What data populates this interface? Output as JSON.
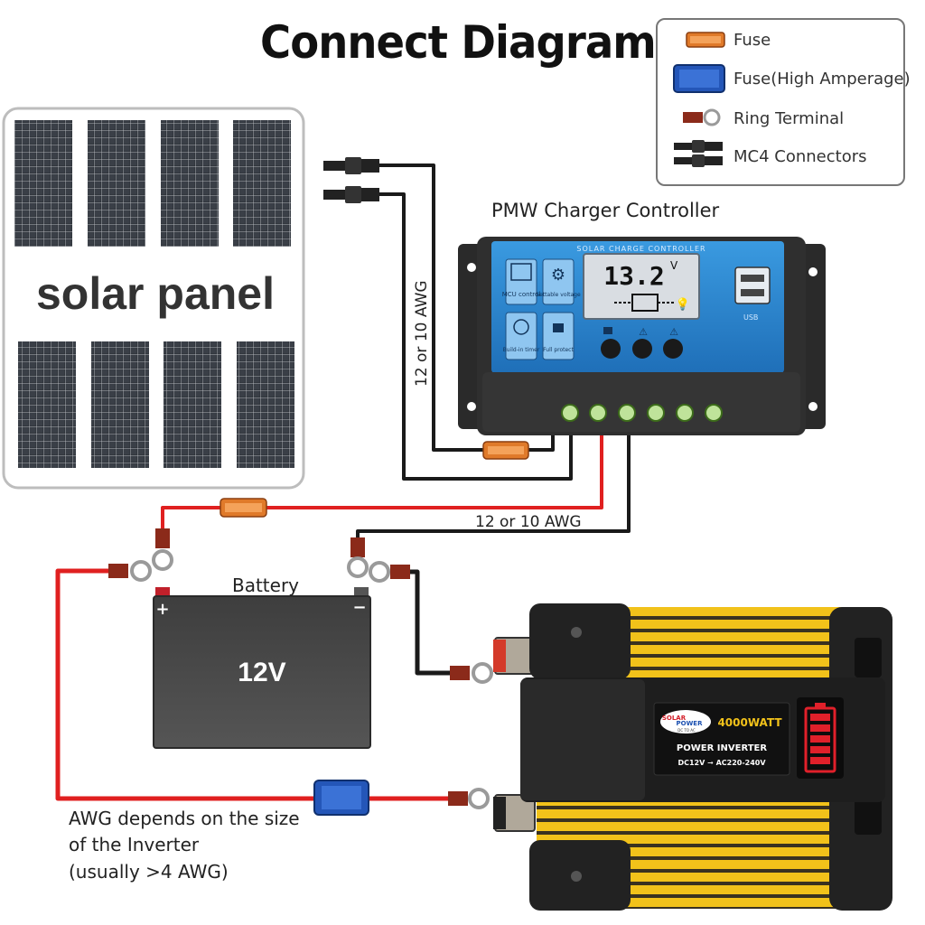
{
  "title": "Connect Diagram",
  "legend": {
    "fuse": "Fuse",
    "fuse_high": "Fuse(High Amperage)",
    "ring_terminal": "Ring Terminal",
    "mc4": "MC4 Connectors"
  },
  "solar_panel": {
    "label": "solar panel"
  },
  "controller": {
    "caption": "PMW Charger Controller",
    "header": "SOLAR CHARGE CONTROLLER",
    "display_value": "13.2",
    "display_unit": "V",
    "features": [
      "MCU control",
      "Settable voltage",
      "Build-in timer",
      "Full protect"
    ],
    "usb_label": "USB"
  },
  "wire_labels": {
    "pv_gauge": "12 or 10 AWG",
    "battery_gauge": "12 or 10 AWG",
    "inverter_note_line1": "AWG depends on the size",
    "inverter_note_line2": "of the Inverter",
    "inverter_note_line3": "(usually  >4 AWG)"
  },
  "battery": {
    "caption": "Battery",
    "voltage": "12V",
    "plus": "+",
    "minus": "−"
  },
  "inverter": {
    "brand_line1": "SOLAR",
    "brand_line2": "POWER",
    "brand_line3": "DC TO AC",
    "wattage": "4000WATT",
    "name": "POWER INVERTER",
    "spec": "DC12V ➞ AC220-240V"
  },
  "colors": {
    "wire_red": "#e02020",
    "wire_black": "#1a1a1a",
    "fuse_orange": "#e07a2a",
    "fuse_blue": "#2456b8",
    "controller_blue": "#3d93d8",
    "inverter_yellow": "#f2c21a",
    "battery_gray": "#4a4a4a"
  }
}
